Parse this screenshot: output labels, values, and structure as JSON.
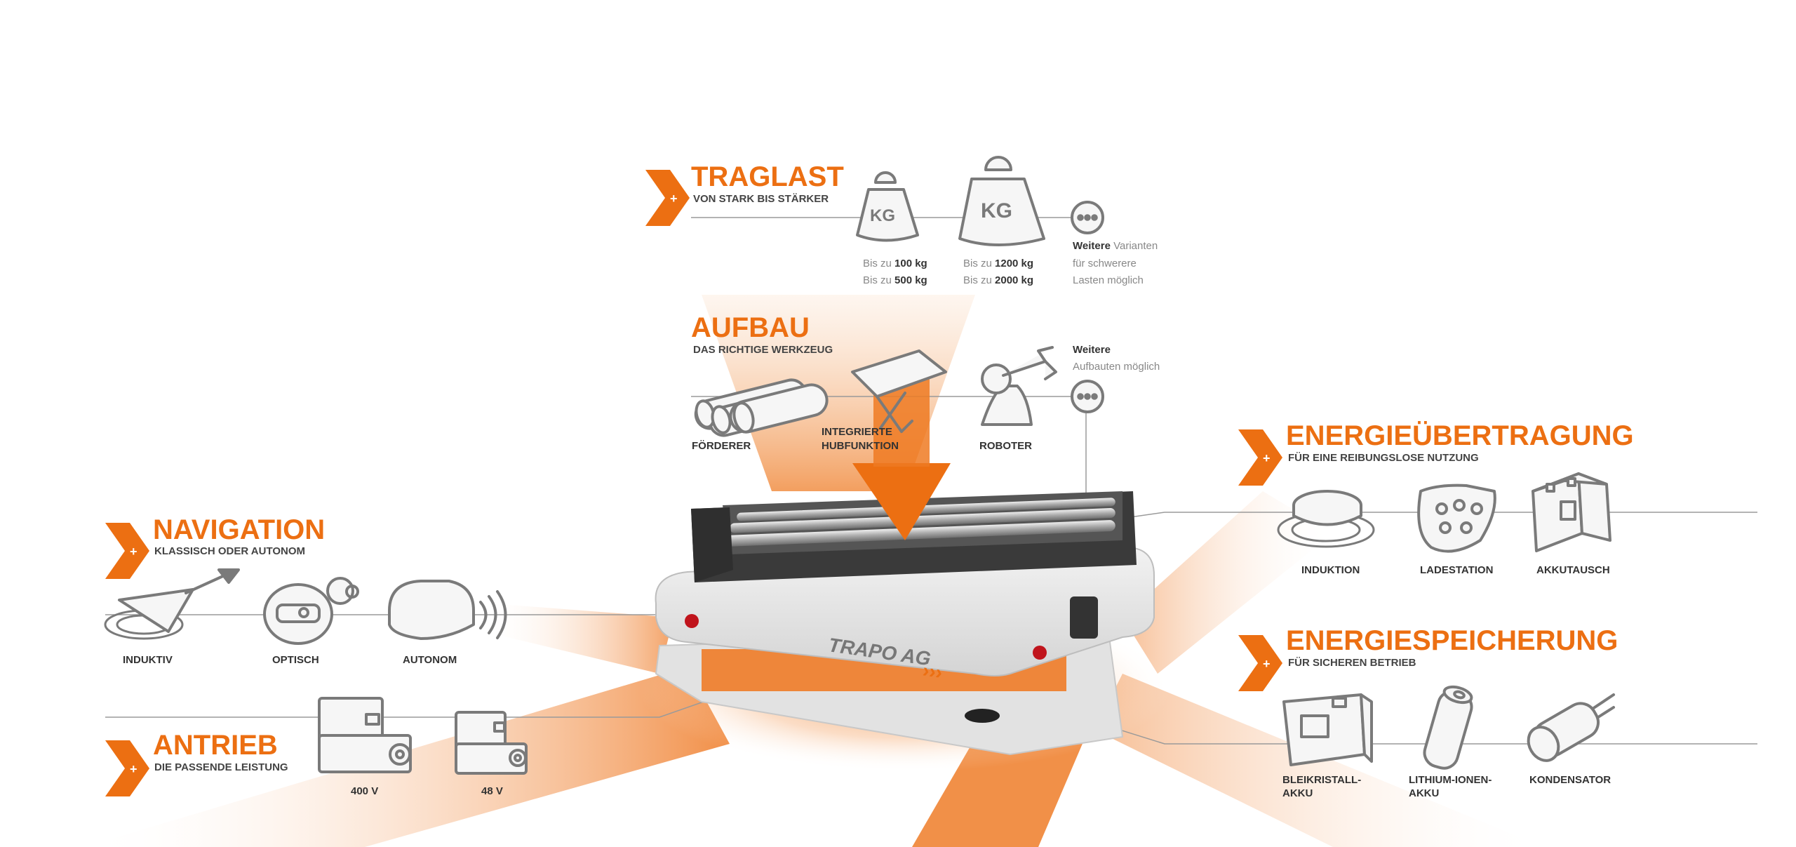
{
  "colors": {
    "accent": "#ec6f12",
    "icon_stroke": "#7a7a7a",
    "line": "#9a9a9a",
    "text": "#333333",
    "muted": "#888888"
  },
  "robot": {
    "brand": "TRAPO AG"
  },
  "traglast": {
    "title": "TRAGLAST",
    "subtitle": "VON STARK BIS STÄRKER",
    "weight1": {
      "line1_pre": "Bis zu ",
      "line1_val": "100 kg",
      "line2_pre": "Bis zu ",
      "line2_val": "500 kg"
    },
    "weight2": {
      "line1_pre": "Bis zu ",
      "line1_val": "1200 kg",
      "line2_pre": "Bis zu ",
      "line2_val": "2000 kg"
    },
    "more": {
      "bold": "Weitere",
      "l1": " Varianten",
      "l2": "für schwerere",
      "l3": "Lasten möglich"
    },
    "kg_label": "KG"
  },
  "aufbau": {
    "title": "AUFBAU",
    "subtitle": "DAS RICHTIGE WERKZEUG",
    "foerderer": "FÖRDERER",
    "hub_l1": "INTEGRIERTE",
    "hub_l2": "HUBFUNKTION",
    "roboter": "ROBOTER",
    "more_bold": "Weitere",
    "more_l2": "Aufbauten möglich"
  },
  "navigation": {
    "title": "NAVIGATION",
    "subtitle": "KLASSISCH ODER AUTONOM",
    "induktiv": "INDUKTIV",
    "optisch": "OPTISCH",
    "autonom": "AUTONOM"
  },
  "antrieb": {
    "title": "ANTRIEB",
    "subtitle": "DIE PASSENDE LEISTUNG",
    "v400": "400 V",
    "v48": "48 V"
  },
  "energieuebertragung": {
    "title": "ENERGIEÜBERTRAGUNG",
    "subtitle": "FÜR EINE REIBUNGSLOSE NUTZUNG",
    "induktion": "INDUKTION",
    "ladestation": "LADESTATION",
    "akkutausch": "AKKUTAUSCH"
  },
  "energiespeicherung": {
    "title": "ENERGIESPEICHERUNG",
    "subtitle": "FÜR SICHEREN BETRIEB",
    "blei_l1": "BLEIKRISTALL-",
    "blei_l2": "AKKU",
    "li_l1": "LITHIUM-IONEN-",
    "li_l2": "AKKU",
    "kondensator": "KONDENSATOR"
  }
}
